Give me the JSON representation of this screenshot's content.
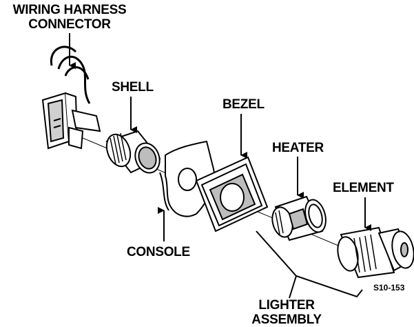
{
  "labels": {
    "wiring_harness_line1": "WIRING HARNESS",
    "wiring_harness_line2": "CONNECTOR",
    "shell": "SHELL",
    "bezel": "BEZEL",
    "heater": "HEATER",
    "element": "ELEMENT",
    "console": "CONSOLE",
    "lighter_assembly_line1": "LIGHTER",
    "lighter_assembly_line2": "ASSEMBLY",
    "figure_code": "S10-153"
  },
  "colors": {
    "ink": "#000000",
    "paper": "#ffffff",
    "shade": "#bdbdbd"
  }
}
